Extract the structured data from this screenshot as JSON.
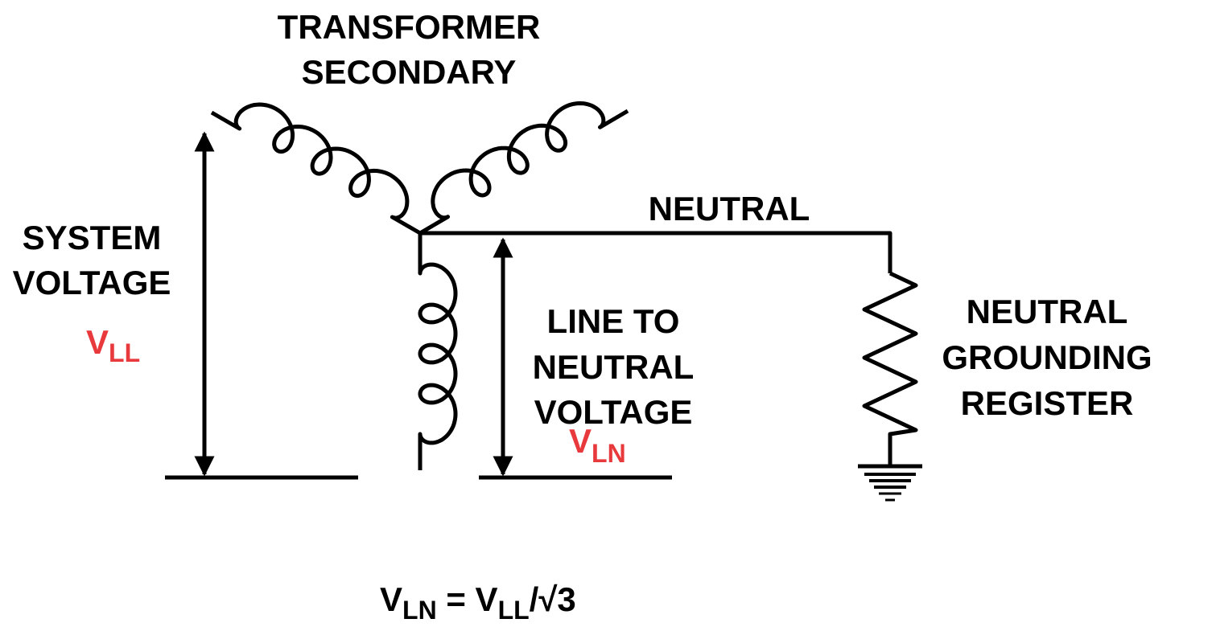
{
  "colors": {
    "ink": "#000000",
    "accent": "#e8393c",
    "background": "#ffffff"
  },
  "labels": {
    "transformer_line1": "TRANSFORMER",
    "transformer_line2": "SECONDARY",
    "neutral": "NEUTRAL",
    "system_line1": "SYSTEM",
    "system_line2": "VOLTAGE",
    "vll_main": "V",
    "vll_sub": "LL",
    "ltn_line1": "LINE TO",
    "ltn_line2": "NEUTRAL",
    "ltn_line3": "VOLTAGE",
    "vln_main": "V",
    "vln_sub": "LN",
    "ngr_line1": "NEUTRAL",
    "ngr_line2": "GROUNDING",
    "ngr_line3": "REGISTER"
  },
  "formula": {
    "v1": "V",
    "sub1": "LN",
    "eq": " = V",
    "sub2": "LL",
    "rest": "/√3"
  },
  "components": {
    "coil_icon": "inductor-coil",
    "resistor_icon": "zigzag-resistor",
    "ground_icon": "earth-ground",
    "arrow_icon": "double-headed-arrow"
  }
}
